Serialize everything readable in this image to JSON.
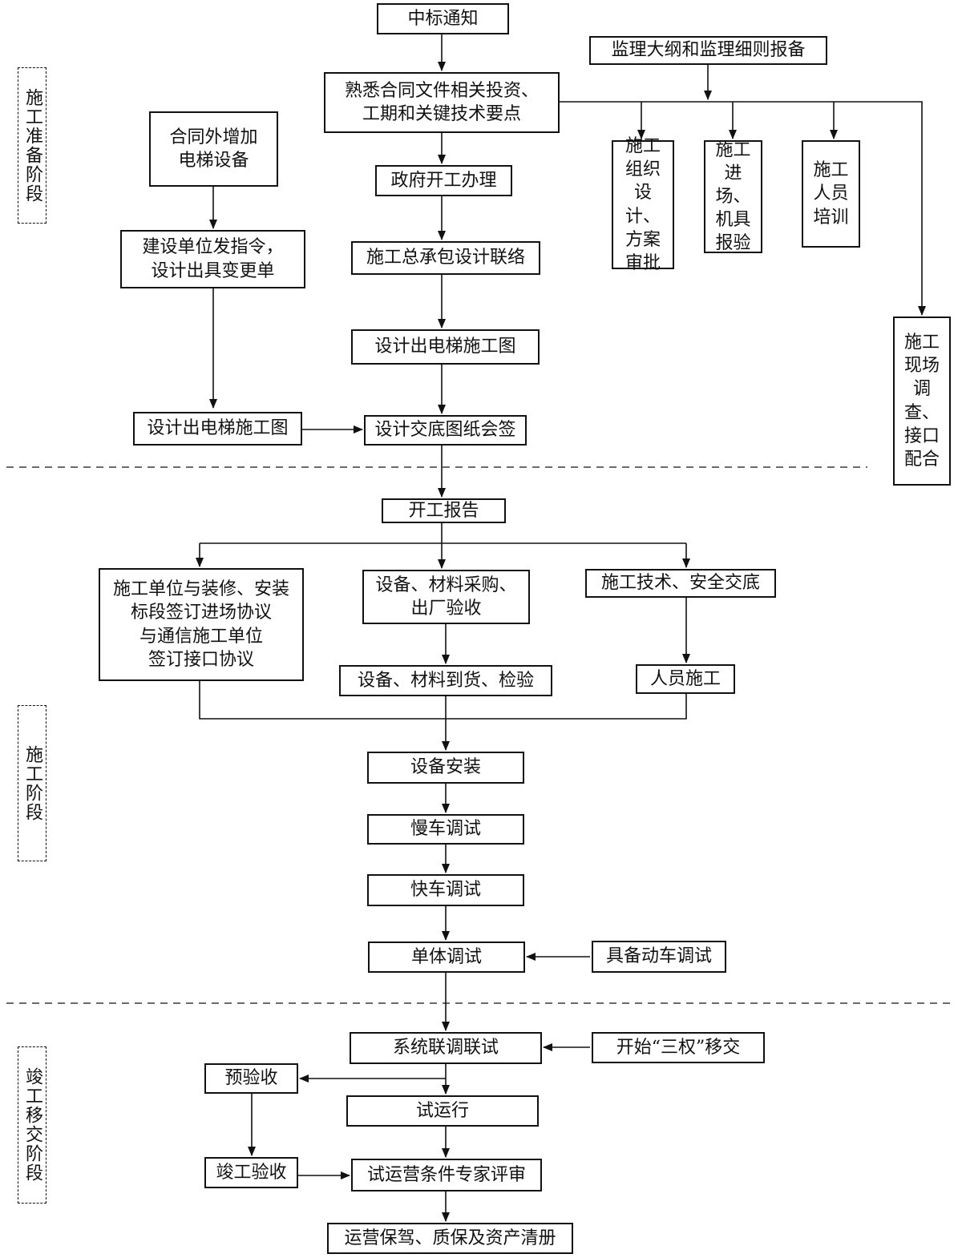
{
  "stages": {
    "prep": "施工准备阶段",
    "construction": "施工阶段",
    "completion": "竣工移交阶段"
  },
  "nodes": {
    "award_notice": "中标通知",
    "supervision_outline": "监理大纲和监理细则报备",
    "familiarize_contract": "熟悉合同文件相关投资、\n工期和关键技术要点",
    "extra_elevator": "合同外增加\n电梯设备",
    "gov_start_permit": "政府开工办理",
    "construction_org_design": "施工\n组织\n设计、\n方案\n审批",
    "site_entry_inspection": "施工\n进场、\n机具\n报验",
    "staff_training": "施工\n人员\n培训",
    "owner_instruction": "建设单位发指令，\n设计出具变更单",
    "gc_design_liaison": "施工总承包设计联络",
    "design_drawing_main": "设计出电梯施工图",
    "design_drawing_extra": "设计出电梯施工图",
    "design_disclosure": "设计交底图纸会签",
    "site_survey": "施工\n现场\n调查、\n接口\n配合",
    "start_report": "开工报告",
    "agreements": "施工单位与装修、安装\n标段签订进场协议\n与通信施工单位\n签订接口协议",
    "procurement": "设备、材料采购、\n出厂验收",
    "tech_safety_briefing": "施工技术、安全交底",
    "arrival_inspection": "设备、材料到货、检验",
    "staff_construction": "人员施工",
    "equipment_install": "设备安装",
    "slow_run_test": "慢车调试",
    "fast_run_test": "快车调试",
    "unit_test": "单体调试",
    "power_ready": "具备动车调试",
    "system_joint_test": "系统联调联试",
    "three_rights_transfer": "开始“三权”移交",
    "pre_acceptance": "预验收",
    "trial_run": "试运行",
    "completion_acceptance": "竣工验收",
    "expert_review": "试运营条件专家评审",
    "operation_support": "运营保驾、质保及资产清册"
  }
}
